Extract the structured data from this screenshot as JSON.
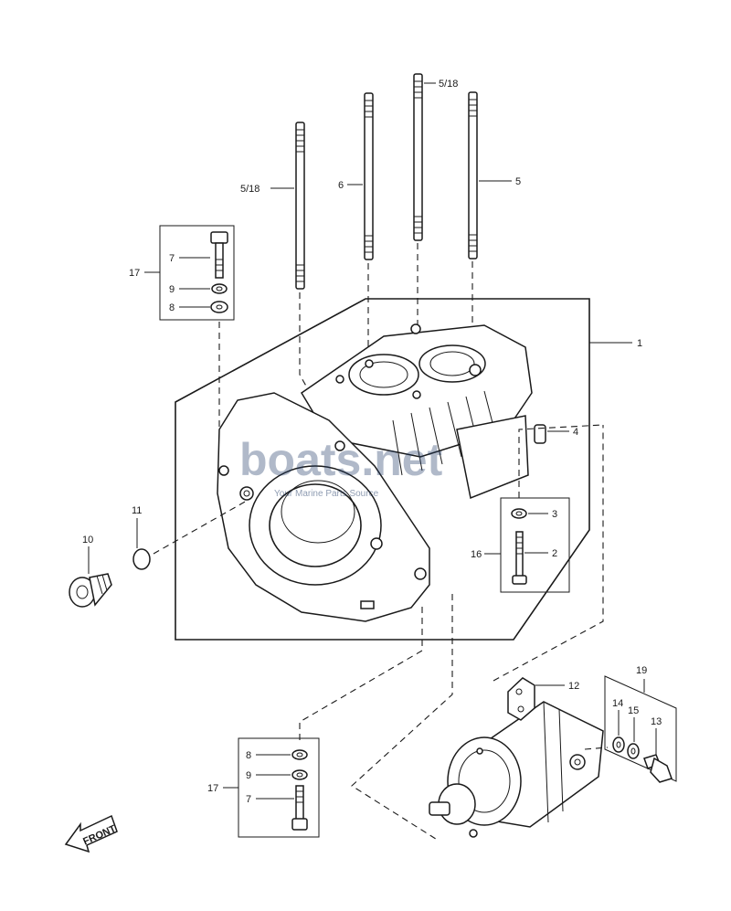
{
  "watermark": {
    "brand": "boats.net",
    "tagline": "Your Marine Parts Source"
  },
  "front_marker": "FRONT",
  "callouts": {
    "stud_a": "5/18",
    "stud_b": "6",
    "stud_c": "5/18",
    "stud_d": "5",
    "crankcase": "1",
    "dowel": "4",
    "washer_right": "3",
    "bolt_right": "2",
    "kit_right": "16",
    "plug": "10",
    "oring": "11",
    "kit_top": "17",
    "bolt_top": "7",
    "lockwasher_top": "9",
    "washer_top": "8",
    "kit_bottom": "17",
    "washer_bottom": "8",
    "lockwasher_bottom": "9",
    "bolt_bottom": "7",
    "starter_plate": "12",
    "starter_kit": "19",
    "starter_washer": "14",
    "starter_lockwasher": "15",
    "starter_bolt": "13"
  }
}
